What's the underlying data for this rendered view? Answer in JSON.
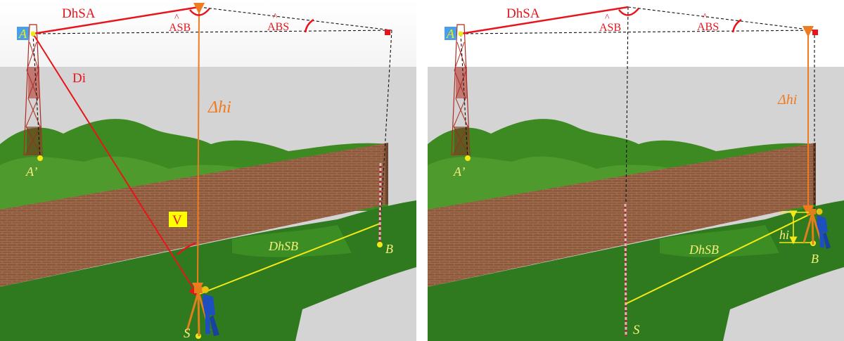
{
  "colors": {
    "measure_red": "#e8141c",
    "height_orange": "#f07a1e",
    "baseline_yellow": "#f2ea17",
    "label_yellow": "#f7f07a",
    "dash_black": "#111111",
    "point_blue_box": "#4aa0e6",
    "v_box": "#ffff00",
    "wall_brick": "#8e5a3e",
    "hill_green": "#3d8a22",
    "sky_white": "#ffffff",
    "ground_grey": "#d4d4d4"
  },
  "left": {
    "label_a": "A",
    "label_dhsa": "DhSA",
    "label_asb": "ASB",
    "label_abs": "ABS",
    "label_di": "Di",
    "label_delta_h": "Δhi",
    "label_a_prime": "A’",
    "label_v": "V",
    "label_dhsb": "DhSB",
    "label_b": "B",
    "label_s": "S"
  },
  "right": {
    "label_a": "A",
    "label_dhsa": "DhSA",
    "label_asb": "ASB",
    "label_abs": "ABS",
    "label_delta_h": "Δhi",
    "label_a_prime": "A’",
    "label_dhsb": "DhSB",
    "label_hi": "hi",
    "label_b": "B",
    "label_s": "S"
  }
}
